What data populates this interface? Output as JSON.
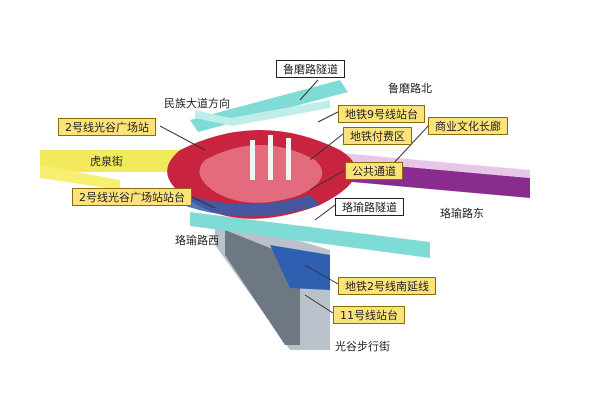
{
  "labels": {
    "lumo_tunnel": "鲁磨路隧道",
    "minzu_avenue": "民族大道方向",
    "lumo_north": "鲁磨路北",
    "metro9": "地铁9号线站台",
    "line2_station": "2号线光谷广场站",
    "commercial_corridor": "商业文化长廊",
    "paid_area": "地铁付费区",
    "huquan_street": "虎泉街",
    "public_passage": "公共通道",
    "line2_platform": "2号线光谷广场站站台",
    "luoyu_tunnel": "珞瑜路隧道",
    "luoyu_east": "珞瑜路东",
    "luoyu_west": "珞瑜路西",
    "line2_south_ext": "地铁2号线南延线",
    "line11_platform": "11号线站台",
    "guanggu_pedestrian": "光谷步行街"
  },
  "colors": {
    "red": "#c8233f",
    "cyan": "#7fdbd6",
    "blue": "#2f5fb0",
    "gray": "#9aa3ad",
    "yellow": "#f1e84a",
    "purple": "#8a2c8f",
    "callout_fill": "#fbe27a"
  }
}
